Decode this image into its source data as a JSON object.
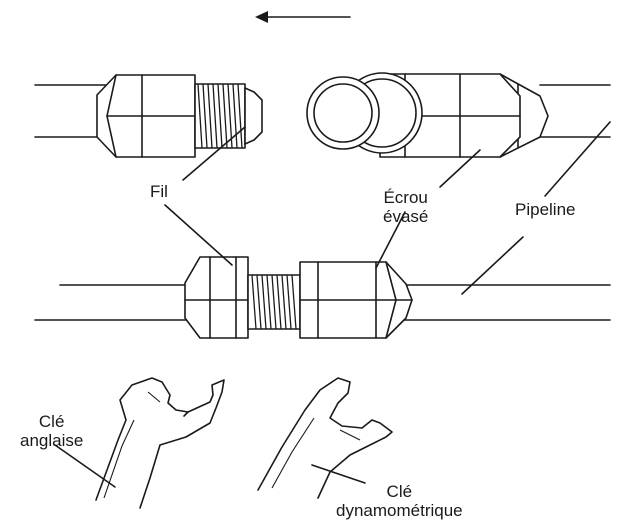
{
  "labels": {
    "thread": "Fil",
    "flare_nut_line1": "Écrou",
    "flare_nut_line2": "évasé",
    "pipeline": "Pipeline",
    "adjustable_wrench_line1": "Clé",
    "adjustable_wrench_line2": "anglaise",
    "torque_wrench_line1": "Clé",
    "torque_wrench_line2": "dynamométrique"
  },
  "icons": {
    "direction": "arrow-left-icon"
  }
}
